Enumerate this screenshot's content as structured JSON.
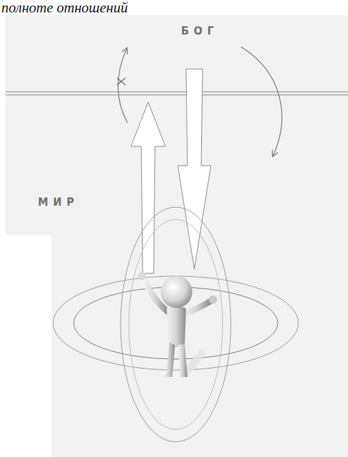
{
  "diagram": {
    "labels": [
      "полноте отношений",
      "БОГ",
      "МИР"
    ]
  }
}
